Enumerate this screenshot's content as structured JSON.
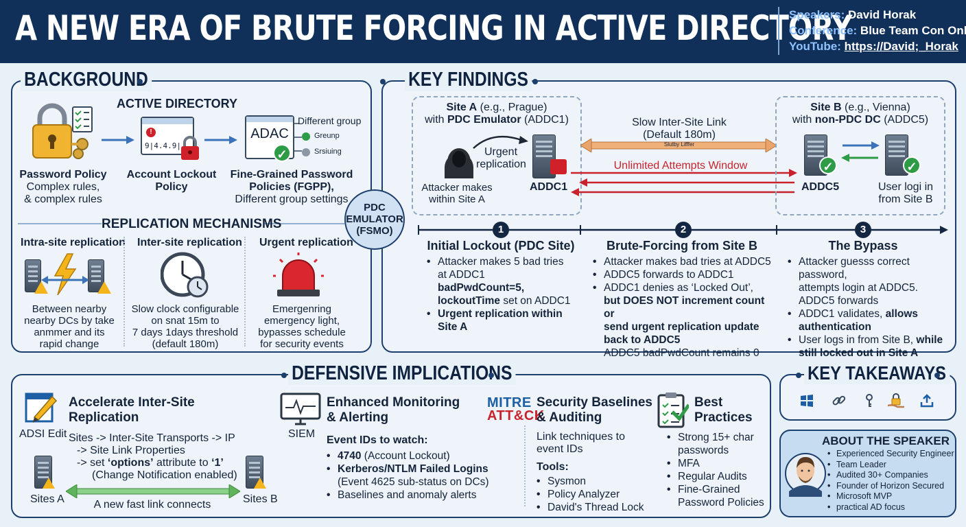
{
  "header": {
    "title": "A NEW ERA OF BRUTE FORCING IN ACTIVE DIRECTORY",
    "speakers_label": "Speakers:",
    "speakers_value": "David Horak",
    "conference_label": "Conference:",
    "conference_value": "Blue Team Con Online",
    "youtube_label": "YouTube:",
    "youtube_value": "https://David;_Horak"
  },
  "background": {
    "title": "BACKGROUND",
    "ad_label": "ACTIVE DIRECTORY",
    "password_policy": {
      "title": "Password Policy",
      "line1": "Complex rules,",
      "line2": "& complex rules"
    },
    "account_lockout": {
      "line1": "Account Lockout",
      "line2": "Policy",
      "screen_text": "9|4.4.9|"
    },
    "fgpp": {
      "line1": "Fine-Grained Password",
      "line2": "Policies (FGPP),",
      "line3": "Different group settings",
      "adac": "ADAC",
      "diff_group": "Different group",
      "group1": "Greunp",
      "group2": "Srsiuing"
    },
    "replication_title": "REPLICATION MECHANISMS",
    "intra": {
      "title": "Intra-site replication",
      "lines": [
        "Between nearby",
        "nearby DCs by take",
        "anmmer and its",
        "rapid change"
      ]
    },
    "inter": {
      "title": "Inter-site replication",
      "lines": [
        "Slow clock configurable",
        "on snat 15m to",
        "7 days 1days threshold",
        "(default 180m)"
      ]
    },
    "urgent": {
      "title": "Urgent replication",
      "lines": [
        "Emergenring",
        "emergency light,",
        "bypasses schedule",
        "for security events"
      ]
    }
  },
  "pdc": {
    "line1": "PDC",
    "line2": "EMULATOR",
    "line3": "(FSMO)"
  },
  "findings": {
    "title": "KEY FINDINGS",
    "site_a": {
      "line1_bold": "Site A",
      "line1_rest": " (e.g., Prague)",
      "line2_pre": "with ",
      "line2_bold": "PDC Emulator",
      "line2_rest": " (ADDC1)"
    },
    "site_b": {
      "line1_bold": "Site B",
      "line1_rest": " (e.g., Vienna)",
      "line2_pre": "with ",
      "line2_bold": "non-PDC DC",
      "line2_rest": " (ADDC5)"
    },
    "attacker": {
      "line1": "Attacker makes",
      "line2": "within Site A"
    },
    "urgent": {
      "line1": "Urgent",
      "line2": "replication"
    },
    "addc1": "ADDC1",
    "addc5": "ADDC5",
    "user_login": {
      "line1": "User logi in",
      "line2": "from Site B"
    },
    "link": {
      "line1": "Slow Inter-Site Link",
      "line2": "(Default 180m)",
      "tiny": "Slutby Lifffer"
    },
    "window": "Unlimited Attempts Window",
    "steps": [
      {
        "num": "1",
        "title": "Initial Lockout (PDC Site)"
      },
      {
        "num": "2",
        "title": "Brute-Forcing from Site B"
      },
      {
        "num": "3",
        "title": "The Bypass"
      }
    ],
    "step1": {
      "b1": "Attacker makes 5 bad tries",
      "b1b": "at ADDC1",
      "b1c": "badPwdCount=5,",
      "b1d_bold": "lockoutTime",
      "b1d_rest": " set on ADDC1",
      "b2": "Urgent replication within",
      "b2b": "Site A"
    },
    "step2": {
      "b1": "Attacker makes bad tries at ADDC5",
      "b2": "ADDC5 forwards to ADDC1",
      "b3": "ADDC1 denies as ‘Locked Out’,",
      "b3b": "but DOES NOT increment count or",
      "b3c": "send urgent replication update",
      "b3d": "back to ADDC5",
      "b3e": "ADDC5 badPwdCount remains 0"
    },
    "step3": {
      "b1": "Attacker guesss correct password,",
      "b1b": "attempts login at ADDC5.",
      "b1c": "ADDC5 forwards",
      "b2_pre": "ADDC1 validates, ",
      "b2_bold": "allows",
      "b2b": "authentication",
      "b3_pre": "User logs in from Site B, ",
      "b3_bold": "while",
      "b3b": "still locked out in Site A"
    }
  },
  "defensive": {
    "title": "DEFENSIVE IMPLICATIONS",
    "accelerate": {
      "title1": "Accelerate Inter-Site",
      "title2": "Replication",
      "icon_label": "ADSI Edit",
      "l1": "Sites -> Inter-Site Transports -> IP",
      "l2": "-> Site Link Properties",
      "l3_pre": "-> set ",
      "l3_b1": "‘options’",
      "l3_mid": " attribute to ",
      "l3_b2": "‘1’",
      "l4": "(Change Notification enabled)",
      "site_a": "Sites A",
      "site_b": "Sites B",
      "link_note": "A new fast link connects"
    },
    "monitoring": {
      "title1": "Enhanced Monitoring",
      "title2": "& Alerting",
      "icon_label": "SIEM",
      "events_label": "Event IDs to watch:",
      "e1_bold": "4740",
      "e1_rest": " (Account Lockout)",
      "e2_bold": "Kerberos/NTLM Failed Logins",
      "e2b": "(Event 4625 sub-status on DCs)",
      "e3": "Baselines and anomaly alerts"
    },
    "baselines": {
      "logo1": "MITRE",
      "logo2": "ATT&CK",
      "title1": "Security Baselines",
      "title2": "& Auditing",
      "l1": "Link techniques to",
      "l2": "event IDs",
      "tools_label": "Tools:",
      "tools": [
        "Sysmon",
        "Policy Analyzer",
        "David's Thread Lock"
      ]
    },
    "best": {
      "title1": "Best",
      "title2": "Practices",
      "items": [
        "Strong 15+ char",
        "passwords",
        "MFA",
        "Regular Audits",
        "Fine-Grained",
        "Password Policies"
      ]
    }
  },
  "takeaways": {
    "title": "KEY TAKEAWAYS",
    "icons": [
      "windows-icon",
      "link-icon",
      "key-icon",
      "hand-lock-icon",
      "upload-icon"
    ]
  },
  "speaker": {
    "title": "ABOUT THE SPEAKER",
    "items": [
      "Experienced Security Engineer",
      "Team Leader",
      "Audited 30+ Companies",
      "Founder of Horizon Secured",
      "Microsoft MVP",
      "practical AD focus"
    ]
  },
  "colors": {
    "navy": "#10305a",
    "red": "#c8232c",
    "orange": "#e9a46b",
    "green": "#2e9b46",
    "accent_blue": "#1d5fa5"
  }
}
